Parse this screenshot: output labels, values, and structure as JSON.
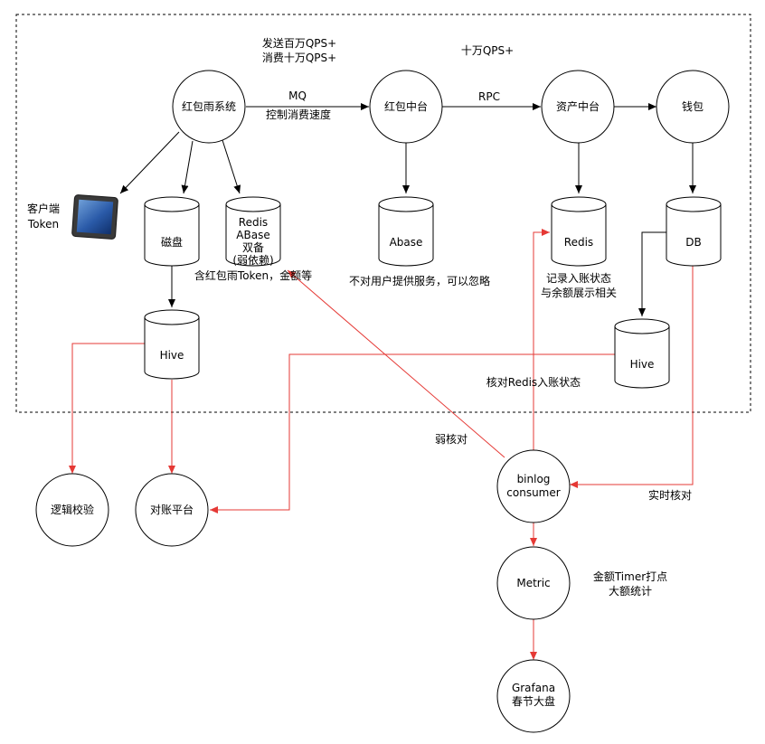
{
  "nodes": {
    "hongbaoyu": "红包雨系统",
    "hongbao_zhongtai": "红包中台",
    "zichan_zhongtai": "资产中台",
    "qianbao": "钱包",
    "luoji_jiaoyan": "逻辑校验",
    "duizhang_pingtai": "对账平台",
    "binlog_line1": "binlog",
    "binlog_line2": "consumer",
    "metric": "Metric",
    "grafana_line1": "Grafana",
    "grafana_line2": "春节大盘"
  },
  "stores": {
    "cipan": "磁盘",
    "redis_abase_line1": "Redis",
    "redis_abase_line2": "ABase",
    "redis_abase_line3": "双备",
    "redis_abase_line4": "(弱依赖)",
    "abase": "Abase",
    "redis": "Redis",
    "db": "DB",
    "hive_left": "Hive",
    "hive_right": "Hive"
  },
  "labels": {
    "client_line1": "客户端",
    "client_line2": "Token",
    "qps_send": "发送百万QPS+",
    "qps_consume": "消费十万QPS+",
    "qps_100k": "十万QPS+",
    "mq": "MQ",
    "mq_control": "控制消费速度",
    "rpc": "RPC",
    "store_contains": "含红包雨Token，金额等",
    "abase_note": "不对用户提供服务，可以忽略",
    "redis_note_line1": "记录入账状态",
    "redis_note_line2": "与余额展示相关",
    "check_redis": "核对Redis入账状态",
    "weak_check": "弱核对",
    "realtime_check": "实时核对",
    "metric_note_line1": "金额Timer打点",
    "metric_note_line2": "大额统计"
  },
  "colors": {
    "line": "#000000",
    "reconcile_line": "#e53935",
    "boundary": "#000000"
  }
}
